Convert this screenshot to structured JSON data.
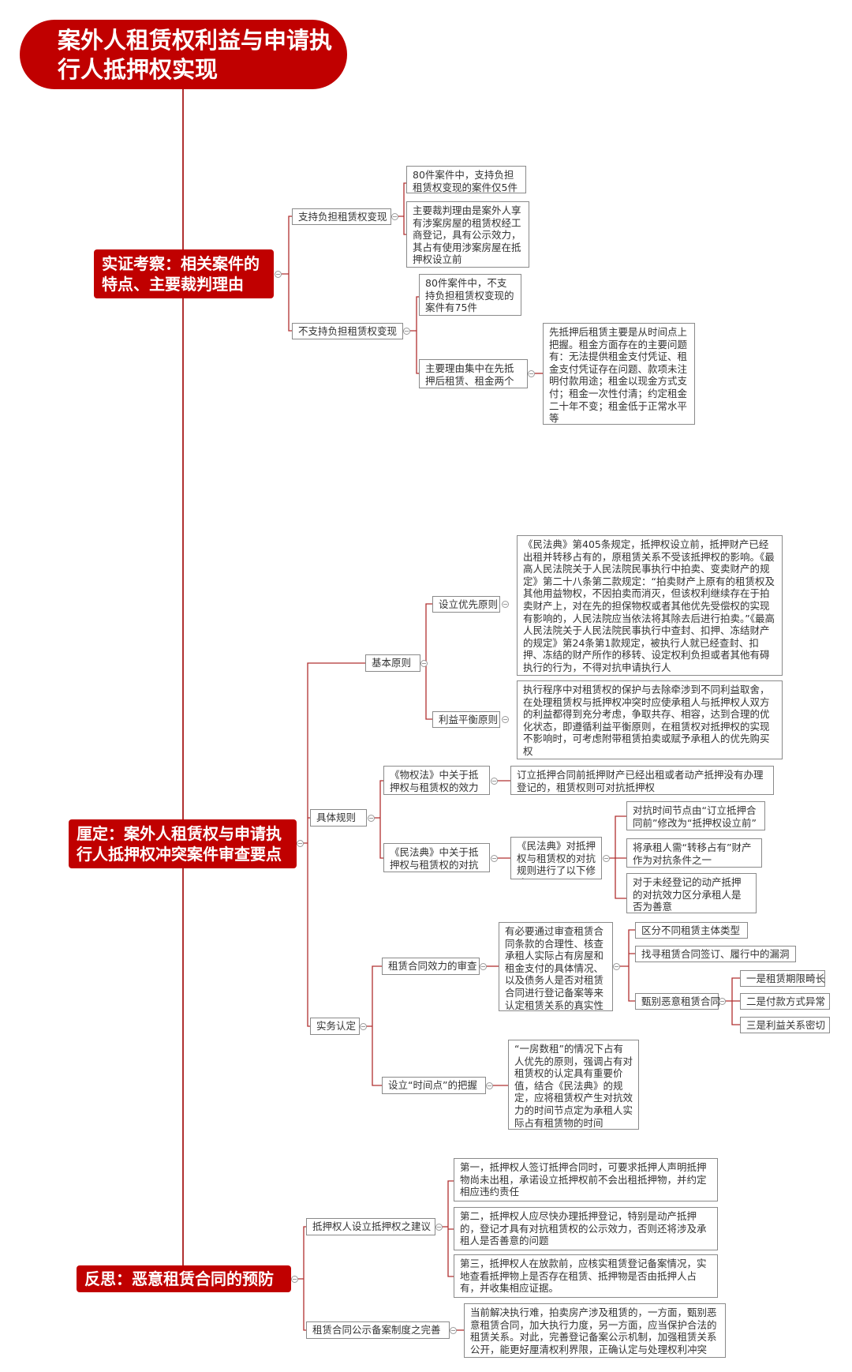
{
  "title": "案外人租赁权利益与申请执行人抵押权实现",
  "sections": {
    "s1": "实证考察：相关案件的特点、主要裁判理由",
    "s2": "厘定：案外人租赁权与申请执行人抵押权冲突案件审查要点",
    "s3": "反思：恶意租赁合同的预防"
  },
  "s1": {
    "support": "支持负担租赁权变现",
    "support_a": "80件案件中，支持负担租赁权变现的案件仅5件",
    "support_b": "主要裁判理由是案外人享有涉案房屋的租赁权经工商登记，具有公示效力，其占有使用涉案房屋在抵押权设立前",
    "nosupport": "不支持负担租赁权变现",
    "nosupport_a": "80件案件中，不支持负担租赁权变现的案件有75件",
    "nosupport_b": "主要理由集中在先抵押后租赁、租金两个方面",
    "nosupport_b1": "先抵押后租赁主要是从时间点上把握。租金方面存在的主要问题有：无法提供租金支付凭证、租金支付凭证存在问题、款项未注明付款用途；租金以现金方式支付；租金一次性付清；约定租金二十年不变；租金低于正常水平等"
  },
  "s2": {
    "basic": "基本原则",
    "priority": "设立优先原则",
    "priority_text": "《民法典》第405条规定，抵押权设立前，抵押财产已经出租并转移占有的，原租赁关系不受该抵押权的影响。《最高人民法院关于人民法院民事执行中拍卖、变卖财产的规定》第二十八条第二款规定：“拍卖财产上原有的租赁权及其他用益物权，不因拍卖而消灭，但该权利继续存在于拍卖财产上，对在先的担保物权或者其他优先受偿权的实现有影响的，人民法院应当依法将其除去后进行拍卖。”《最高人民法院关于人民法院民事执行中查封、扣押、冻结财产的规定》第24条第1款规定，被执行人就已经查封、扣押、冻结的财产所作的移转、设定权利负担或者其他有碍执行的行为，不得对抗申请执行人",
    "balance": "利益平衡原则",
    "balance_text": "执行程序中对租赁权的保护与去除牵涉到不同利益取舍，在处理租赁权与抵押权冲突时应使承租人与抵押权人双方的利益都得到充分考虑，争取共存、相容，达到合理的优化状态，即遵循利益平衡原则，在租赁权对抵押权的实现不影响时，可考虑附带租赁拍卖或赋予承租人的优先购买权",
    "rules": "具体规则",
    "wuquan": "《物权法》中关于抵押权与租赁权的效力规定",
    "wuquan_text": "订立抵押合同前抵押财产已经出租或者动产抵押没有办理登记的，租赁权则可对抗抵押权",
    "minfa": "《民法典》中关于抵押权与租赁权的对抗规则",
    "minfa_mid": "《民法典》对抵押权与租赁权的对抗规则进行了以下修改",
    "minfa_1": "对抗时间节点由“订立抵押合同前”修改为“抵押权设立前”",
    "minfa_2": "将承租人需“转移占有”财产作为对抗条件之一",
    "minfa_3": "对于未经登记的动产抵押的对抗效力区分承租人是否为善意",
    "practice": "实务认定",
    "review": "租赁合同效力的审查",
    "review_text": "有必要通过审查租赁合同条款的合理性、核查承租人实际占有房屋和租金支付的具体情况、以及债务人是否对租赁合同进行登记备案等来认定租赁关系的真实性",
    "review_1": "区分不同租赁主体类型",
    "review_2": "找寻租赁合同签订、履行中的漏洞",
    "review_3": "甄别恶意租赁合同",
    "review_3a": "一是租赁期限畸长",
    "review_3b": "二是付款方式异常",
    "review_3c": "三是利益关系密切",
    "timing": "设立“时间点”的把握",
    "timing_text": "“一房数租”的情况下占有人优先的原则，强调占有对租赁权的认定具有重要价值，结合《民法典》的规定，应将租赁权产生对抗效力的时间节点定为承租人实际占有租赁物的时间"
  },
  "s3": {
    "advice": "抵押权人设立抵押权之建议",
    "advice_1": "第一，抵押权人签订抵押合同时，可要求抵押人声明抵押物尚未出租，承诺设立抵押权前不会出租抵押物，并约定相应违约责任",
    "advice_2": "第二，抵押权人应尽快办理抵押登记，特别是动产抵押的，登记才具有对抗租赁权的公示效力，否则还将涉及承租人是否善意的问题",
    "advice_3": "第三，抵押权人在放款前，应核实租赁登记备案情况，实地查看抵押物上是否存在租赁、抵押物是否由抵押人占有，并收集相应证据。",
    "record": "租赁合同公示备案制度之完善",
    "record_text": "当前解决执行难，拍卖房产涉及租赁的，一方面，甄别恶意租赁合同，加大执行力度，另一方面，应当保护合法的租赁关系。对此，完善登记备案公示机制，加强租赁关系公开，能更好厘清权利界限，正确认定与处理权利冲突"
  },
  "colors": {
    "accent": "#c00000",
    "connector": "#b03030",
    "border": "#8a8a8a"
  }
}
